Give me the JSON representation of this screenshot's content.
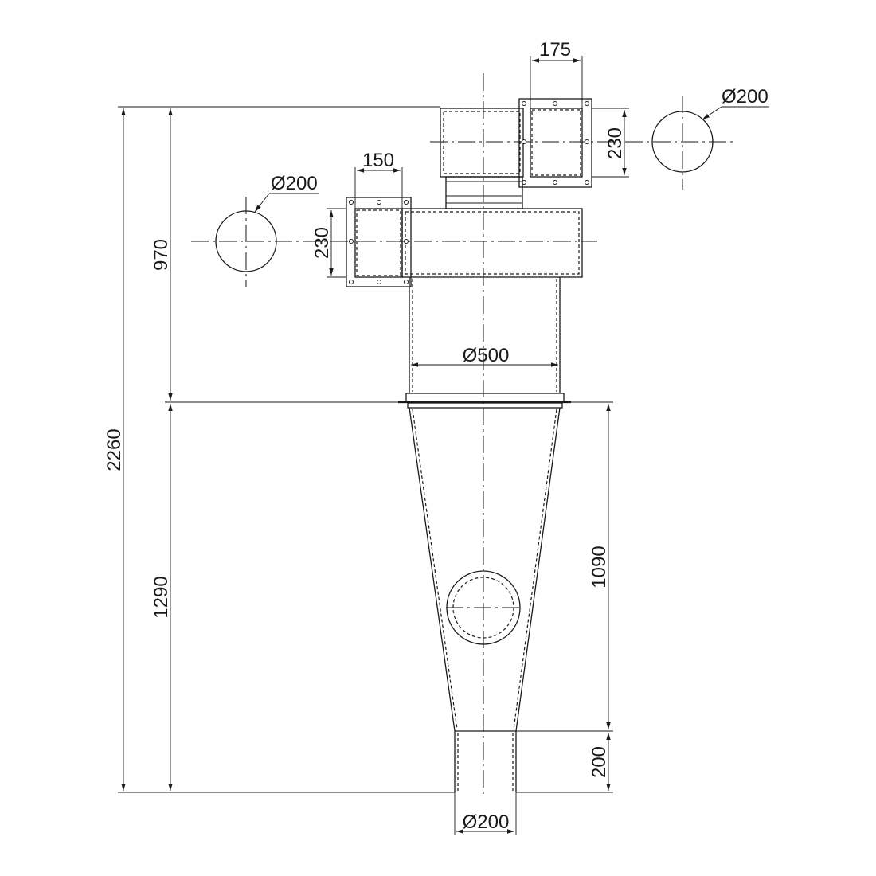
{
  "dimensions": {
    "top_outlet_width": "175",
    "top_outlet_height": "230",
    "top_outlet_diameter": "Ø200",
    "side_inlet_width": "150",
    "side_inlet_height": "230",
    "side_inlet_diameter": "Ø200",
    "body_diameter": "Ø500",
    "upper_height": "970",
    "total_height": "2260",
    "lower_height": "1290",
    "cone_height": "1090",
    "spigot_height": "200",
    "bottom_diameter": "Ø200"
  }
}
